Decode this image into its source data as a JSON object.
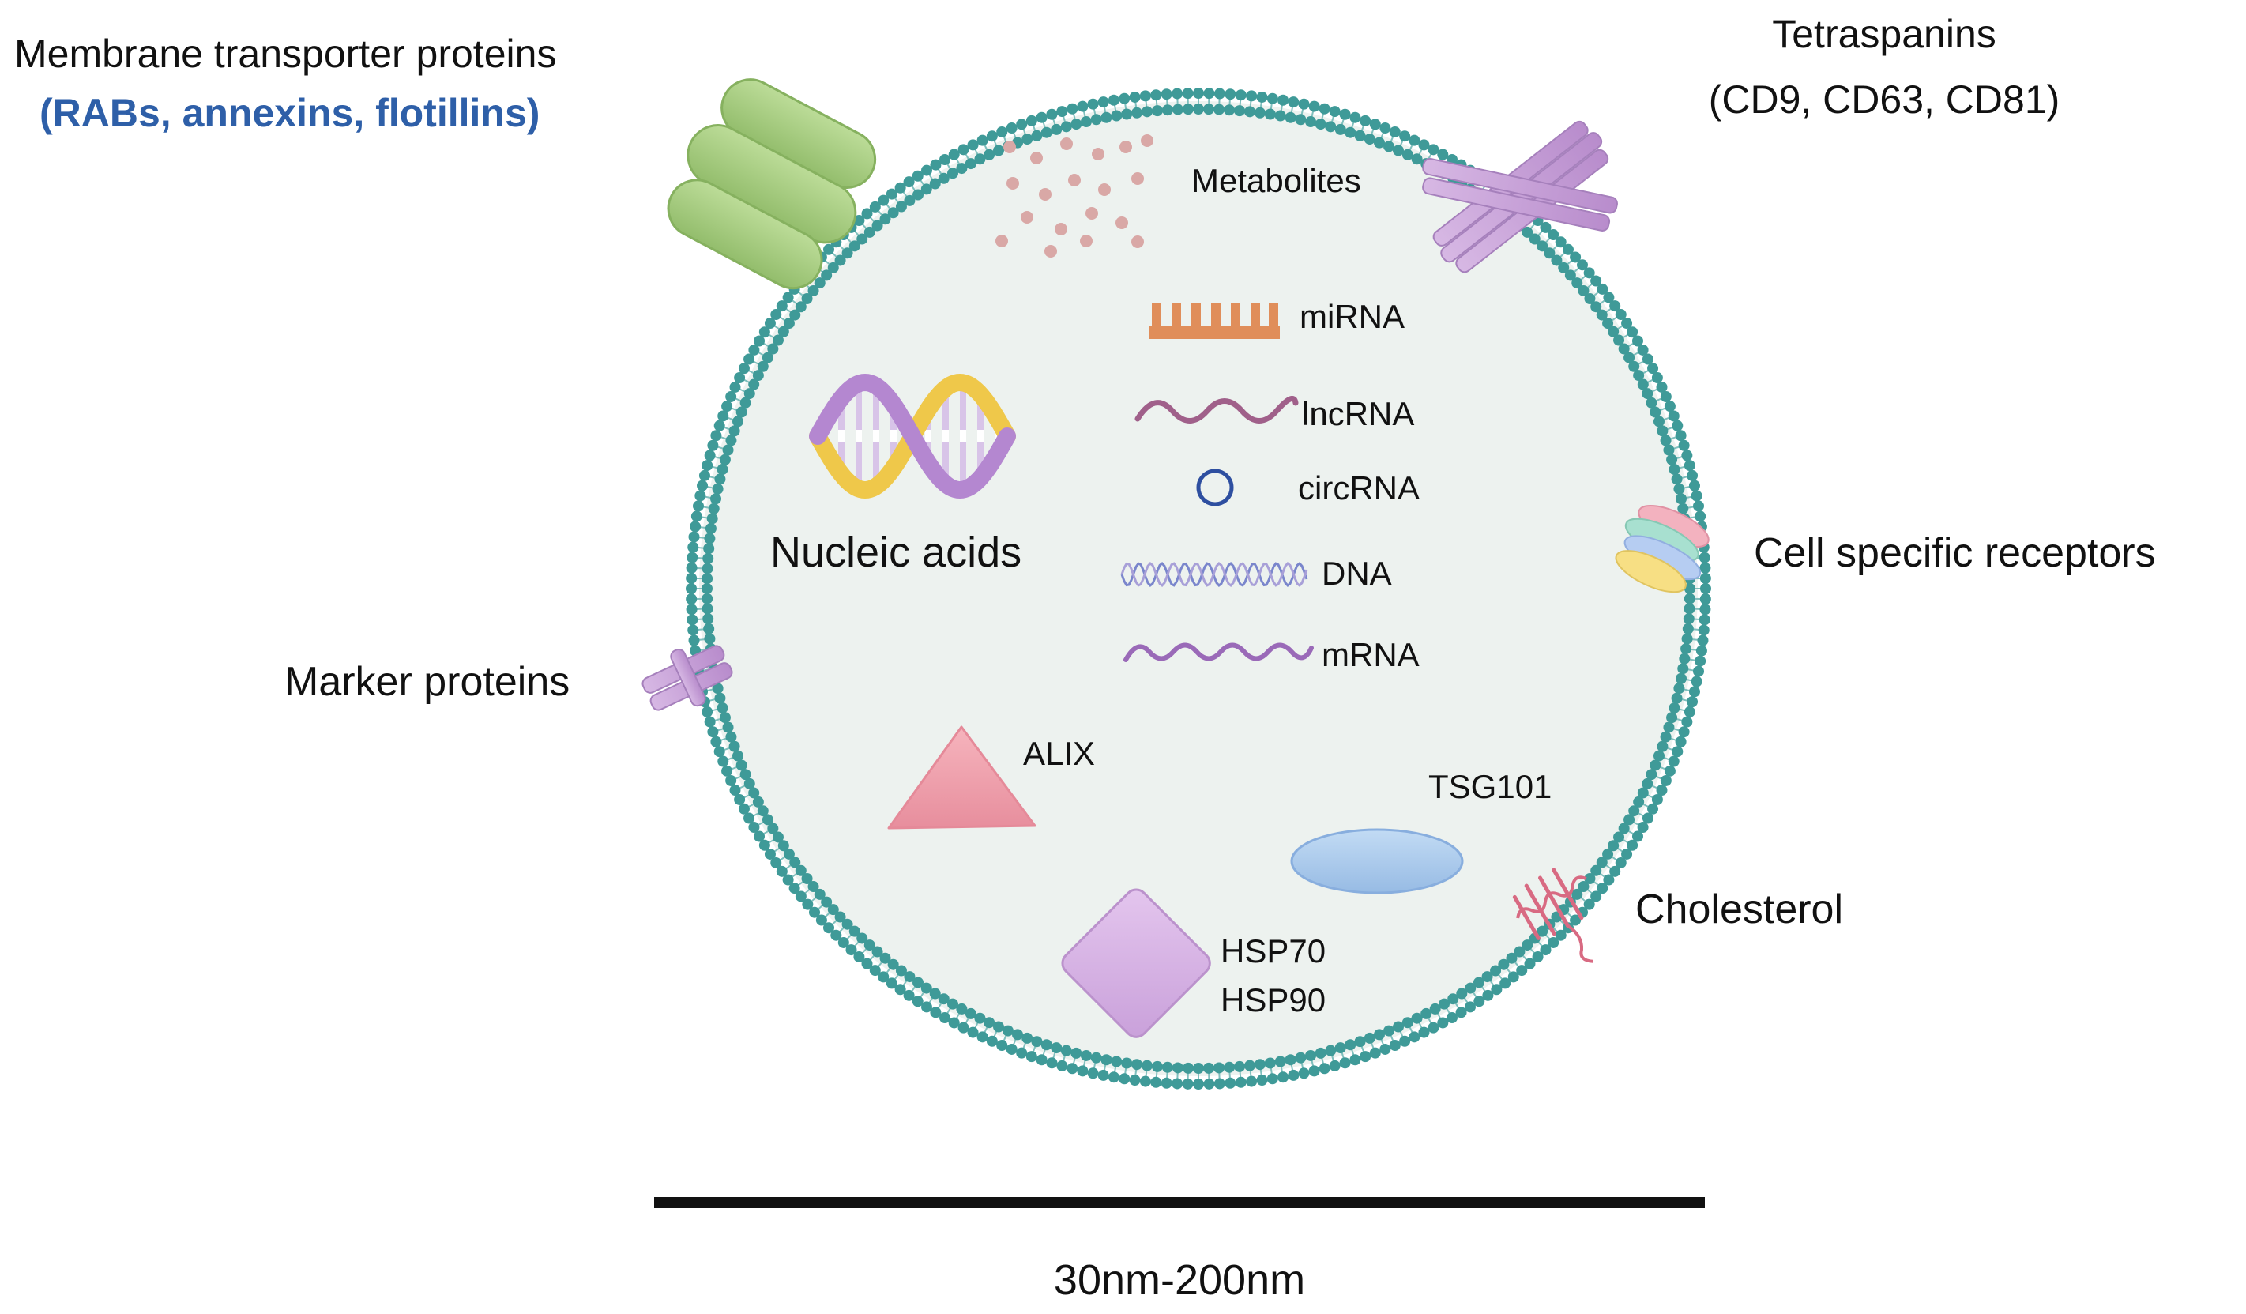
{
  "labels": {
    "membrane_transporter": "Membrane transporter proteins",
    "membrane_transporter_examples": "(RABs, annexins, flotillins)",
    "tetraspanins": "Tetraspanins",
    "tetraspanins_examples": "(CD9, CD63, CD81)",
    "metabolites": "Metabolites",
    "mirna": "miRNA",
    "lncrna": "lncRNA",
    "circrna": "circRNA",
    "dna": "DNA",
    "mrna": "mRNA",
    "nucleic_acids": "Nucleic acids",
    "cell_specific_receptors": "Cell specific receptors",
    "marker_proteins": "Marker proteins",
    "alix": "ALIX",
    "tsg101": "TSG101",
    "cholesterol": "Cholesterol",
    "hsp70": "HSP70",
    "hsp90": "HSP90",
    "scale": "30nm-200nm"
  },
  "colors": {
    "membrane": "#3f9a98",
    "vesicle_fill": "#edf2ef",
    "highlight_text": "#2e5fa8",
    "transporter": "#a9cf84",
    "tetraspanin": "#c8a4d6",
    "metabolite": "#d9a8a6",
    "mirna": "#e08e5a",
    "lncrna": "#a0608a",
    "circrna": "#2e4fa0",
    "dna": "#8a8fd0",
    "mrna": "#9a6ab8",
    "alix": "#f0a0ac",
    "tsg101": "#a9c8ec",
    "hsp": "#d9b6e6",
    "cholesterol": "#d86a82"
  }
}
